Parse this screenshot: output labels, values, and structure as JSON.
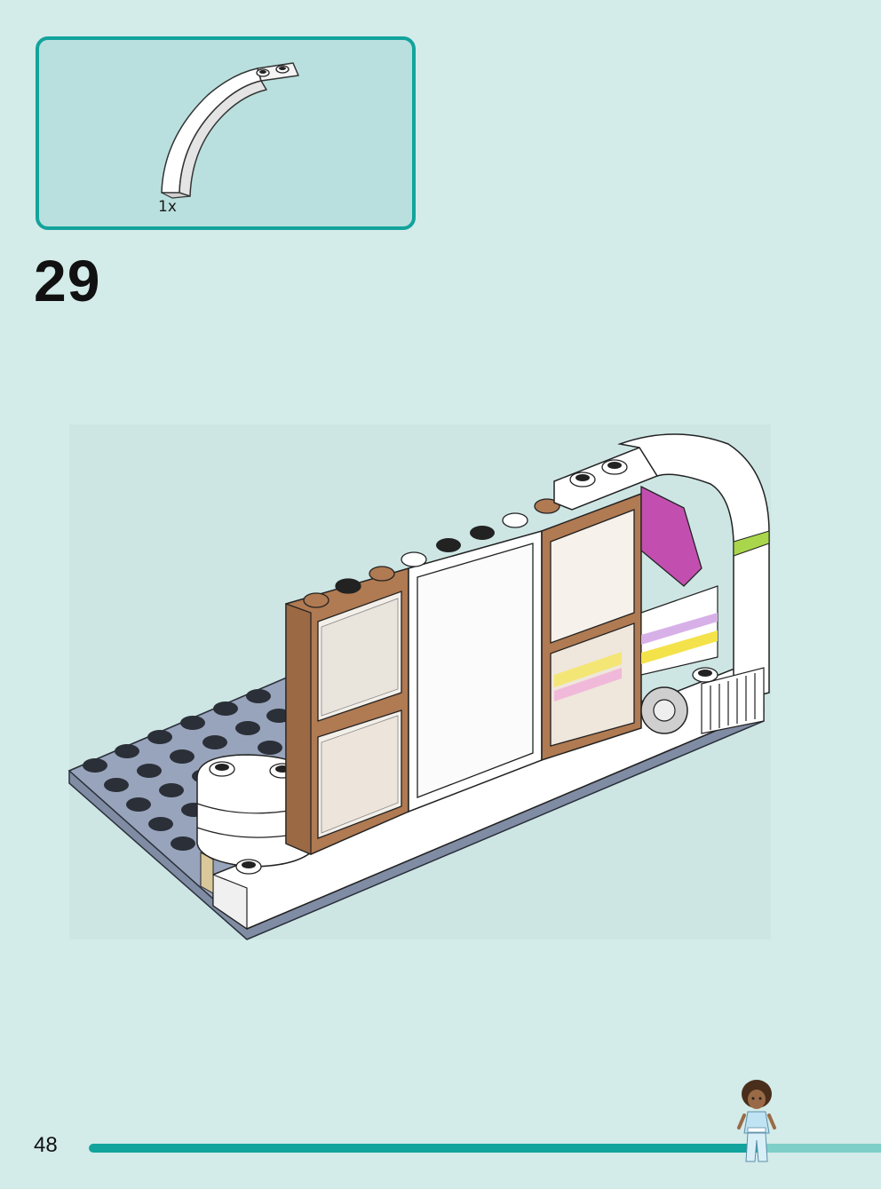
{
  "parts_callout": {
    "quantity": "1x",
    "part": "white-curved-arch-brick"
  },
  "step": {
    "number": "29"
  },
  "footer": {
    "page_number": "48",
    "progress": 0.85,
    "progress_color": "#12a39c",
    "progress_remaining_color": "#7fcfc9"
  },
  "colors": {
    "background": "#d3ebe9",
    "callout_fill": "#b9e0de",
    "callout_border": "#12a39c",
    "baseplate": "#8a97ad",
    "window_frame": "#b07a52",
    "white_brick": "#ffffff",
    "magenta_part": "#c24fb0",
    "lime_accent": "#a9d64a"
  }
}
